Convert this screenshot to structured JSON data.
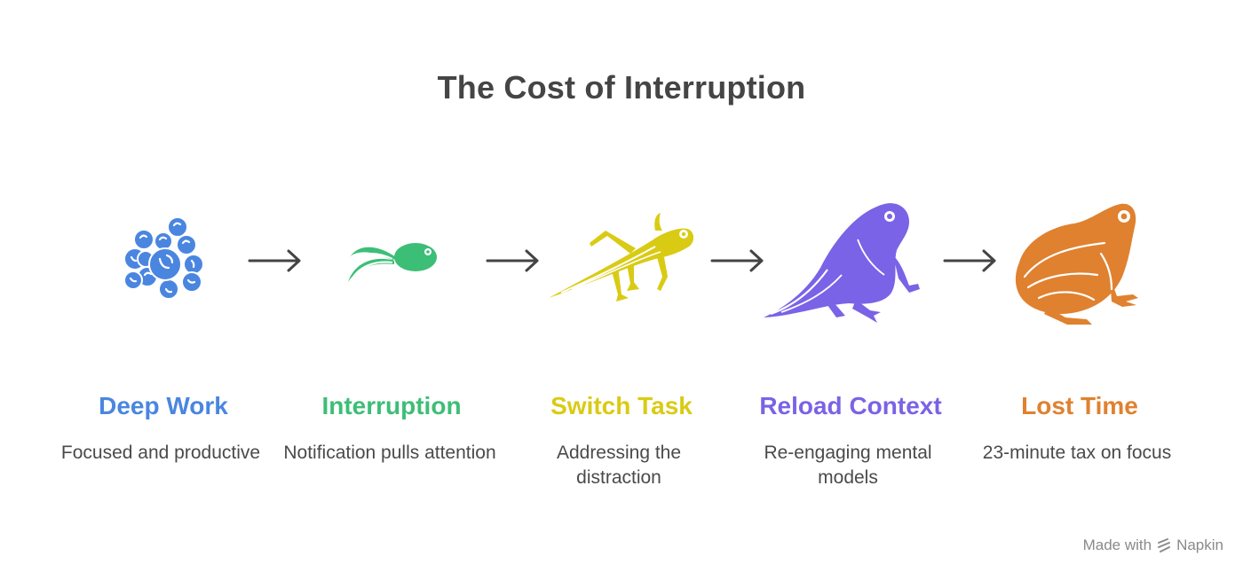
{
  "title": "The Cost of Interruption",
  "stages": [
    {
      "label": "Deep Work",
      "description": "Focused and productive",
      "color": "#4A86E0",
      "icon": "frog-eggs-icon"
    },
    {
      "label": "Interruption",
      "description": "Notification pulls attention",
      "color": "#3DBE76",
      "icon": "tadpole-icon"
    },
    {
      "label": "Switch Task",
      "description": "Addressing the distraction",
      "color": "#D9CB14",
      "icon": "legged-tadpole-icon"
    },
    {
      "label": "Reload Context",
      "description": "Re-engaging mental models",
      "color": "#7A63E6",
      "icon": "froglet-icon"
    },
    {
      "label": "Lost Time",
      "description": "23-minute tax on focus",
      "color": "#E0812F",
      "icon": "frog-icon"
    }
  ],
  "credit": {
    "prefix": "Made with",
    "brand": "Napkin"
  }
}
